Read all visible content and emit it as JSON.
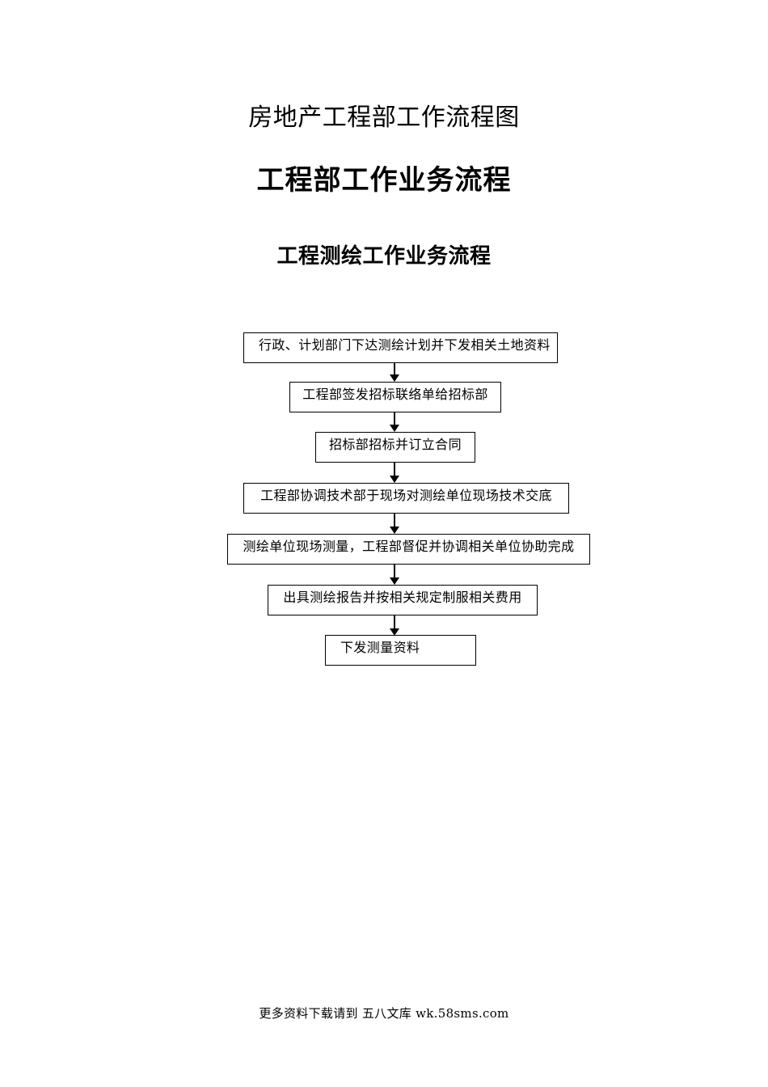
{
  "document": {
    "title_main": "房地产工程部工作流程图",
    "title_section": "工程部工作业务流程",
    "title_subsection": "工程测绘工作业务流程"
  },
  "flowchart": {
    "type": "flowchart",
    "orientation": "top-to-bottom",
    "connector_style": "solid-line-with-filled-arrowhead",
    "nodes": [
      {
        "id": "n1",
        "label": "行政、计划部门下达测绘计划并下发相关土地资料",
        "align": "left"
      },
      {
        "id": "n2",
        "label": "工程部签发招标联络单给招标部",
        "align": "center"
      },
      {
        "id": "n3",
        "label": "招标部招标并订立合同",
        "align": "center"
      },
      {
        "id": "n4",
        "label": "工程部协调技术部于现场对测绘单位现场技术交底",
        "align": "center"
      },
      {
        "id": "n5",
        "label": "测绘单位现场测量，工程部督促并协调相关单位协助完成",
        "align": "center"
      },
      {
        "id": "n6",
        "label": "出具测绘报告并按相关规定制服相关费用",
        "align": "center"
      },
      {
        "id": "n7",
        "label": "下发测量资料",
        "align": "left"
      }
    ],
    "edges": [
      {
        "from": "n1",
        "to": "n2"
      },
      {
        "from": "n2",
        "to": "n3"
      },
      {
        "from": "n3",
        "to": "n4"
      },
      {
        "from": "n4",
        "to": "n5"
      },
      {
        "from": "n5",
        "to": "n6"
      },
      {
        "from": "n6",
        "to": "n7"
      }
    ]
  },
  "footer": {
    "text": "更多资料下载请到 五八文库 wk.58sms.com"
  },
  "colors": {
    "page_background": "#ffffff",
    "text": "#000000",
    "node_border": "#000000",
    "node_fill": "#ffffff"
  }
}
